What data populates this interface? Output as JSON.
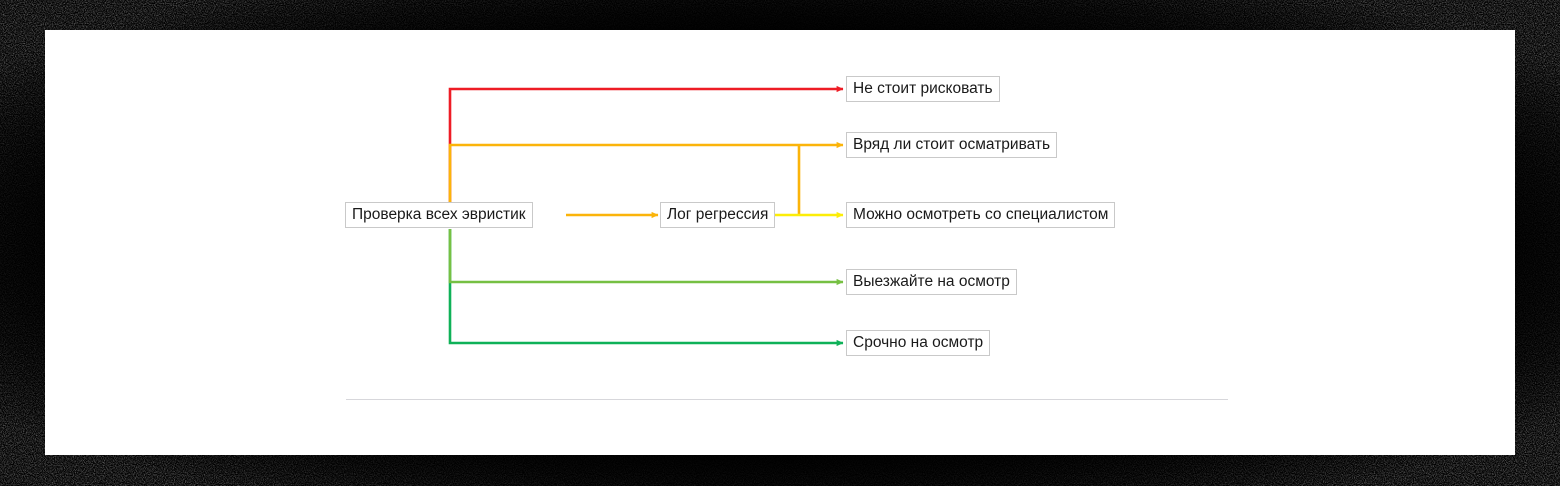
{
  "page": {
    "background_color": "#ffffff",
    "frame_color": "#000000"
  },
  "diagram": {
    "type": "decision-flow",
    "root": {
      "id": "root",
      "label": "Проверка всех эвристик"
    },
    "intermediate": {
      "id": "log-regression",
      "label": "Лог регрессия"
    },
    "outcomes": [
      {
        "id": "outcome-1",
        "label": "Не стоит рисковать",
        "color": "#ee1c25",
        "color_name": "red",
        "source": "root"
      },
      {
        "id": "outcome-2",
        "label": "Вряд ли стоит осматривать",
        "color": "#fbb40a",
        "color_name": "orange",
        "source": "root"
      },
      {
        "id": "outcome-3",
        "label": "Можно осмотреть со специалистом",
        "color": "#fced08",
        "color_name": "yellow",
        "source": "log-regression"
      },
      {
        "id": "outcome-4",
        "label": "Выезжайте на осмотр",
        "color": "#76c043",
        "color_name": "light-green",
        "source": "root"
      },
      {
        "id": "outcome-5",
        "label": "Срочно на осмотр",
        "color": "#0fb158",
        "color_name": "green",
        "source": "root"
      }
    ],
    "edges": [
      {
        "id": "edge-root-to-log",
        "from": "root",
        "to": "log-regression",
        "color": "#fbb40a"
      },
      {
        "id": "edge-root-to-outcome-1",
        "from": "root",
        "to": "outcome-1",
        "color": "#ee1c25"
      },
      {
        "id": "edge-root-to-outcome-2",
        "from": "root",
        "to": "outcome-2",
        "color": "#fbb40a"
      },
      {
        "id": "edge-log-to-outcome-3",
        "from": "log-regression",
        "to": "outcome-3",
        "color": "#fced08"
      },
      {
        "id": "edge-log-to-outcome-2",
        "from": "log-regression",
        "to": "outcome-2",
        "color": "#fbb40a"
      },
      {
        "id": "edge-root-to-outcome-4",
        "from": "root",
        "to": "outcome-4",
        "color": "#76c043"
      },
      {
        "id": "edge-root-to-outcome-5",
        "from": "root",
        "to": "outcome-5",
        "color": "#0fb158"
      }
    ]
  }
}
